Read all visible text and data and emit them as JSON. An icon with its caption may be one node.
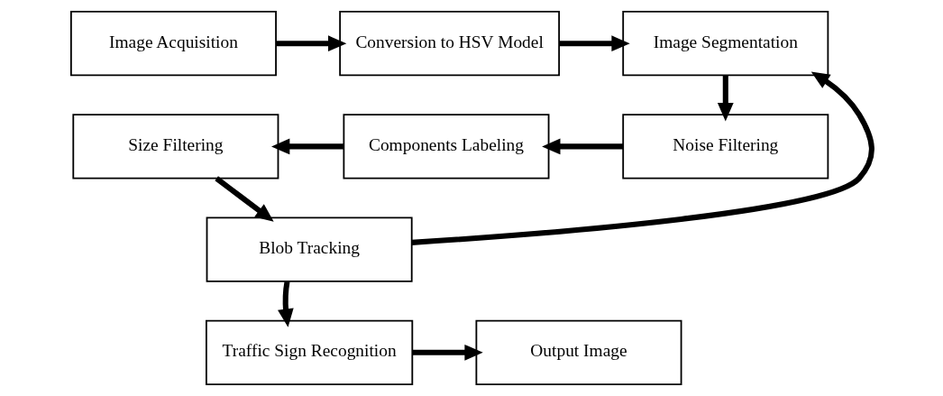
{
  "diagram": {
    "nodes": [
      {
        "text": [
          "Image Acquisition"
        ]
      },
      {
        "text": [
          "Conversion to HSV Model"
        ]
      },
      {
        "text": [
          "Image Segmentation"
        ]
      },
      {
        "text": [
          "Size Filtering"
        ]
      },
      {
        "text": [
          "Components Labeling"
        ]
      },
      {
        "text": [
          "Noise Filtering"
        ]
      },
      {
        "text": [
          "Blob Tracking"
        ]
      },
      {
        "text": [
          "Traffic Sign Recognition"
        ]
      },
      {
        "text": [
          "Output Image"
        ]
      }
    ],
    "edges": [
      {
        "from": 0,
        "to": 1,
        "arrow": "to"
      },
      {
        "from": 1,
        "to": 2,
        "arrow": "to"
      },
      {
        "from": 2,
        "to": 5,
        "arrow": "to"
      },
      {
        "from": 5,
        "to": 4,
        "arrow": "to"
      },
      {
        "from": 4,
        "to": 3,
        "arrow": "to"
      },
      {
        "from": 3,
        "to": 6,
        "arrow": "to"
      },
      {
        "from": 6,
        "to": 2,
        "arrow": "to"
      },
      {
        "from": 6,
        "to": 7,
        "arrow": "to"
      },
      {
        "from": 7,
        "to": 8,
        "arrow": "to"
      }
    ]
  }
}
